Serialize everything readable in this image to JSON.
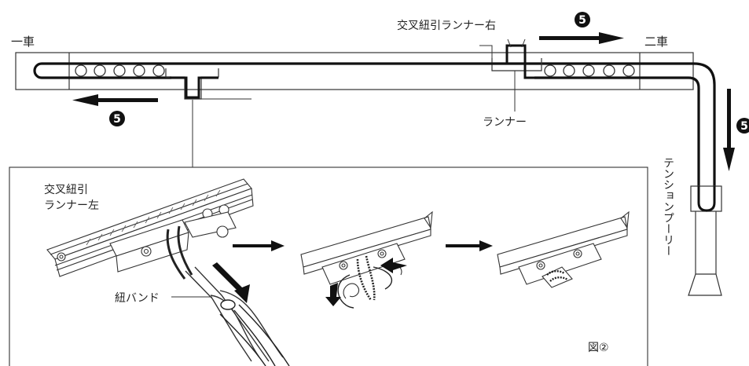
{
  "labels": {
    "car_one": "一車",
    "car_two": "二車",
    "runner_right": "交叉紐引ランナー右",
    "runner": "ランナー",
    "runner_left_line1": "交叉紐引",
    "runner_left_line2": "ランナー左",
    "cord_band": "紐バンド",
    "tension_pulley": "テンションプーリー",
    "figure": "図②"
  },
  "step_markers": {
    "top": "5",
    "left": "5",
    "right": "5"
  },
  "colors": {
    "line": "#222222",
    "outline": "#333333",
    "background": "#ffffff"
  }
}
